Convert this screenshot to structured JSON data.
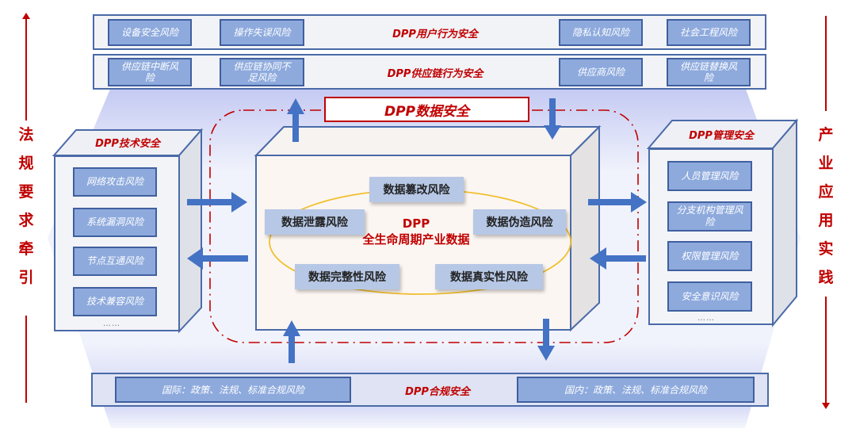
{
  "left_axis": {
    "label_chars": [
      "法",
      "规",
      "要",
      "求",
      "牵",
      "引"
    ],
    "direction": "up"
  },
  "right_axis": {
    "label_chars": [
      "产",
      "业",
      "应",
      "用",
      "实",
      "践"
    ],
    "direction": "down"
  },
  "user_band": {
    "title": "DPP用户行为安全",
    "risks": [
      "设备安全风险",
      "操作失误风险",
      "隐私认知风险",
      "社会工程风险"
    ]
  },
  "supply_band": {
    "title": "DPP供应链行为安全",
    "risks": [
      "供应链中断风险",
      "供应链协同不足风险",
      "供应商风险",
      "供应链替换风险"
    ]
  },
  "data_security": {
    "title": "DPP数据安全",
    "center_line1": "DPP",
    "center_line2": "全生命周期产业数据",
    "risks": {
      "top": "数据篡改风险",
      "left": "数据泄露风险",
      "right": "数据伪造风险",
      "bottom_left": "数据完整性风险",
      "bottom_right": "数据真实性风险"
    }
  },
  "tech_security": {
    "title": "DPP技术安全",
    "risks": [
      "网络攻击风险",
      "系统漏洞风险",
      "节点互通风险",
      "技术兼容风险"
    ],
    "more": "……"
  },
  "mgmt_security": {
    "title": "DPP管理安全",
    "risks": [
      "人员管理风险",
      "分支机构管理风险",
      "权限管理风险",
      "安全意识风险"
    ],
    "more": "……"
  },
  "compliance_band": {
    "title": "DPP合规安全",
    "risks": [
      "国际：政策、法规、标准合规风险",
      "国内：政策、法规、标准合规风险"
    ]
  },
  "colors": {
    "accent_red": "#c00000",
    "risk_fill": "#8eaadd",
    "border_blue": "#4a6aa8",
    "arrow_blue": "#4472c4",
    "ellipse_gold": "#f0c030"
  }
}
